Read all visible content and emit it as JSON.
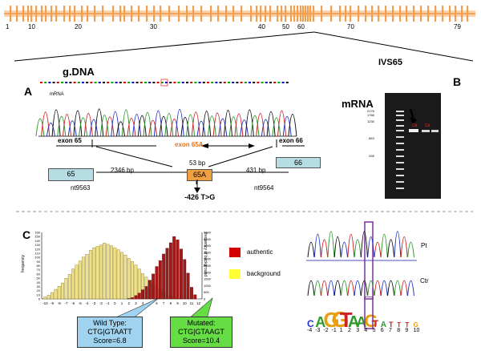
{
  "colors": {
    "exon_band": "#f4a460",
    "exon_line": "#e8731a",
    "authentic": "#d40000",
    "background": "#ffff33",
    "wild_type_box": "#9fd3f0",
    "mutated_box": "#66dd44",
    "orange_exon": "#f0a040",
    "exon_box": "#b6dde3"
  },
  "top_map": {
    "exon_numbers": [
      "1",
      "10",
      "20",
      "30",
      "40",
      "50",
      "60",
      "70",
      "79"
    ]
  },
  "panel_a": {
    "letter": "A",
    "gdna_label": "g.DNA",
    "mrna_label": "mRNA",
    "ivs_label": "IVS65",
    "exon_65_label": "exon 65",
    "exon_65a_label": "exon 65A",
    "exon_66_label": "exon 66",
    "box_65": "65",
    "box_65a": "65A",
    "box_66": "66",
    "bp_left": "2346 bp",
    "bp_mid": "53 bp",
    "bp_right": "431 bp",
    "nt_left": "nt9563",
    "nt_right": "nt9564",
    "mutation": "-426 T>G"
  },
  "panel_b": {
    "letter": "B",
    "mrna_label": "mRNA",
    "ladder": [
      "2176",
      "1766",
      "1230",
      "653",
      "298"
    ],
    "lane_labels": [
      "Ctr",
      "Ctr"
    ]
  },
  "panel_c": {
    "letter": "C",
    "y_left_label": "frequency",
    "y_right_label": "frequency of background",
    "legend_authentic": "authentic",
    "legend_background": "background",
    "wild_type": {
      "line1": "Wild Type:",
      "line2": "CTG|GTAATT",
      "line3": "Score=6.8"
    },
    "mutated": {
      "line1": "Mutated:",
      "line2": "CTG|GTAAGT",
      "line3": "Score=10.4"
    },
    "trace_pt": "Pt",
    "trace_ctr": "Ctr",
    "logo_positions": [
      "-4",
      "-3",
      "-2",
      "-1",
      "1",
      "2",
      "3",
      "4",
      "5",
      "6",
      "7",
      "8",
      "9",
      "10"
    ]
  },
  "chart_data": {
    "type": "bar",
    "x_ticks": [
      "-10",
      "-9",
      "-8",
      "-7",
      "-6",
      "-5",
      "-4",
      "-3",
      "-2",
      "-1",
      "0",
      "1",
      "2",
      "3",
      "4",
      "5",
      "6",
      "7",
      "8",
      "9",
      "10",
      "11",
      "12"
    ],
    "y_left_ticks": [
      "0",
      "10",
      "20",
      "30",
      "40",
      "50",
      "60",
      "70",
      "80",
      "90",
      "100",
      "110",
      "120",
      "130",
      "140",
      "150",
      "160"
    ],
    "y_right_ticks": [
      "0",
      "500",
      "1000",
      "1500",
      "2000",
      "2500",
      "3000",
      "3500",
      "4000",
      "4500",
      "5000"
    ],
    "series": [
      {
        "name": "background",
        "x": [
          -10,
          -9.5,
          -9,
          -8.5,
          -8,
          -7.5,
          -7,
          -6.5,
          -6,
          -5.5,
          -5,
          -4.5,
          -4,
          -3.5,
          -3,
          -2.5,
          -2,
          -1.5,
          -1,
          -0.5,
          0,
          0.5,
          1,
          1.5,
          2,
          2.5,
          3,
          3.5,
          4,
          4.5,
          5,
          5.5,
          6,
          6.5,
          7,
          7.5,
          8,
          8.5,
          9,
          9.5,
          10
        ],
        "values": [
          150,
          280,
          480,
          720,
          950,
          1200,
          1550,
          1850,
          2250,
          2550,
          2850,
          3150,
          3350,
          3650,
          3850,
          3950,
          4050,
          4200,
          4100,
          4000,
          3850,
          3700,
          3500,
          3300,
          3050,
          2800,
          2550,
          2250,
          1900,
          1650,
          1400,
          1150,
          900,
          720,
          520,
          380,
          260,
          150,
          80,
          40,
          15
        ]
      },
      {
        "name": "authentic",
        "x": [
          2,
          2.5,
          3,
          3.5,
          4,
          4.5,
          5,
          5.5,
          6,
          6.5,
          7,
          7.5,
          8,
          8.5,
          9,
          9.5,
          10,
          10.5,
          11,
          11.5
        ],
        "values": [
          1,
          3,
          8,
          14,
          22,
          30,
          45,
          60,
          78,
          92,
          108,
          122,
          135,
          150,
          142,
          120,
          95,
          62,
          28,
          10
        ]
      }
    ]
  }
}
